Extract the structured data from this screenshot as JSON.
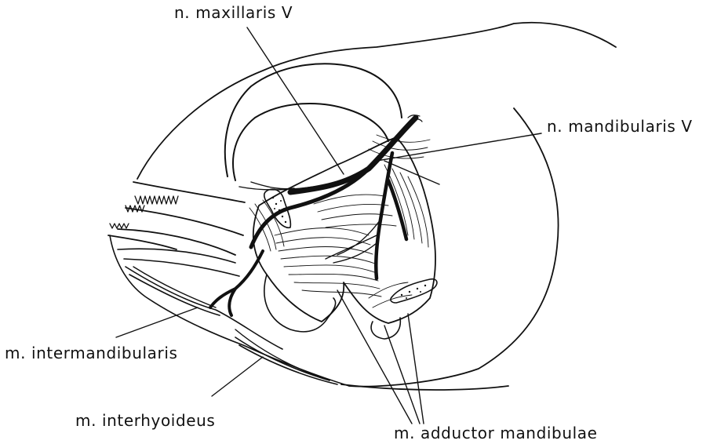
{
  "labels": {
    "maxillaris": "n. maxillaris  V",
    "mandibularis": "n. mandibularis  V",
    "intermandibularis": "m. intermandibularis",
    "interhyoideus": "m. interhyoideus",
    "adductor": "m. adductor mandibulae"
  },
  "colors": {
    "ink": "#111111",
    "background": "#ffffff"
  }
}
